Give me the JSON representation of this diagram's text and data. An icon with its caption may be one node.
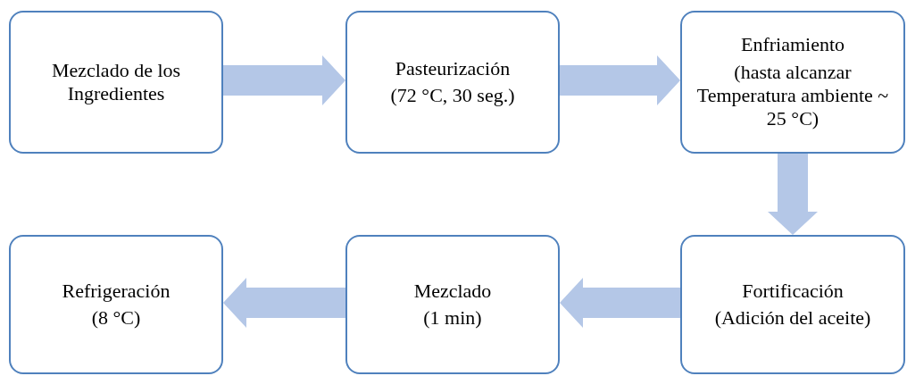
{
  "diagram": {
    "nodes": [
      {
        "text": [
          "Mezclado de los Ingredientes"
        ]
      },
      {
        "text": [
          "Pasteurización",
          "(72 °C, 30 seg.)"
        ]
      },
      {
        "text": [
          "Enfriamiento",
          "(hasta alcanzar Temperatura ambiente ~ 25 °C)"
        ]
      },
      {
        "text": [
          "Refrigeración",
          "(8 °C)"
        ]
      },
      {
        "text": [
          "Mezclado",
          "(1 min)"
        ]
      },
      {
        "text": [
          "Fortificación",
          "(Adición del aceite)"
        ]
      }
    ],
    "edges": [
      {
        "from": 0,
        "to": 1,
        "arrow": "to"
      },
      {
        "from": 1,
        "to": 2,
        "arrow": "to"
      },
      {
        "from": 2,
        "to": 5,
        "arrow": "to"
      },
      {
        "from": 5,
        "to": 4,
        "arrow": "to"
      },
      {
        "from": 4,
        "to": 3,
        "arrow": "to"
      }
    ]
  }
}
